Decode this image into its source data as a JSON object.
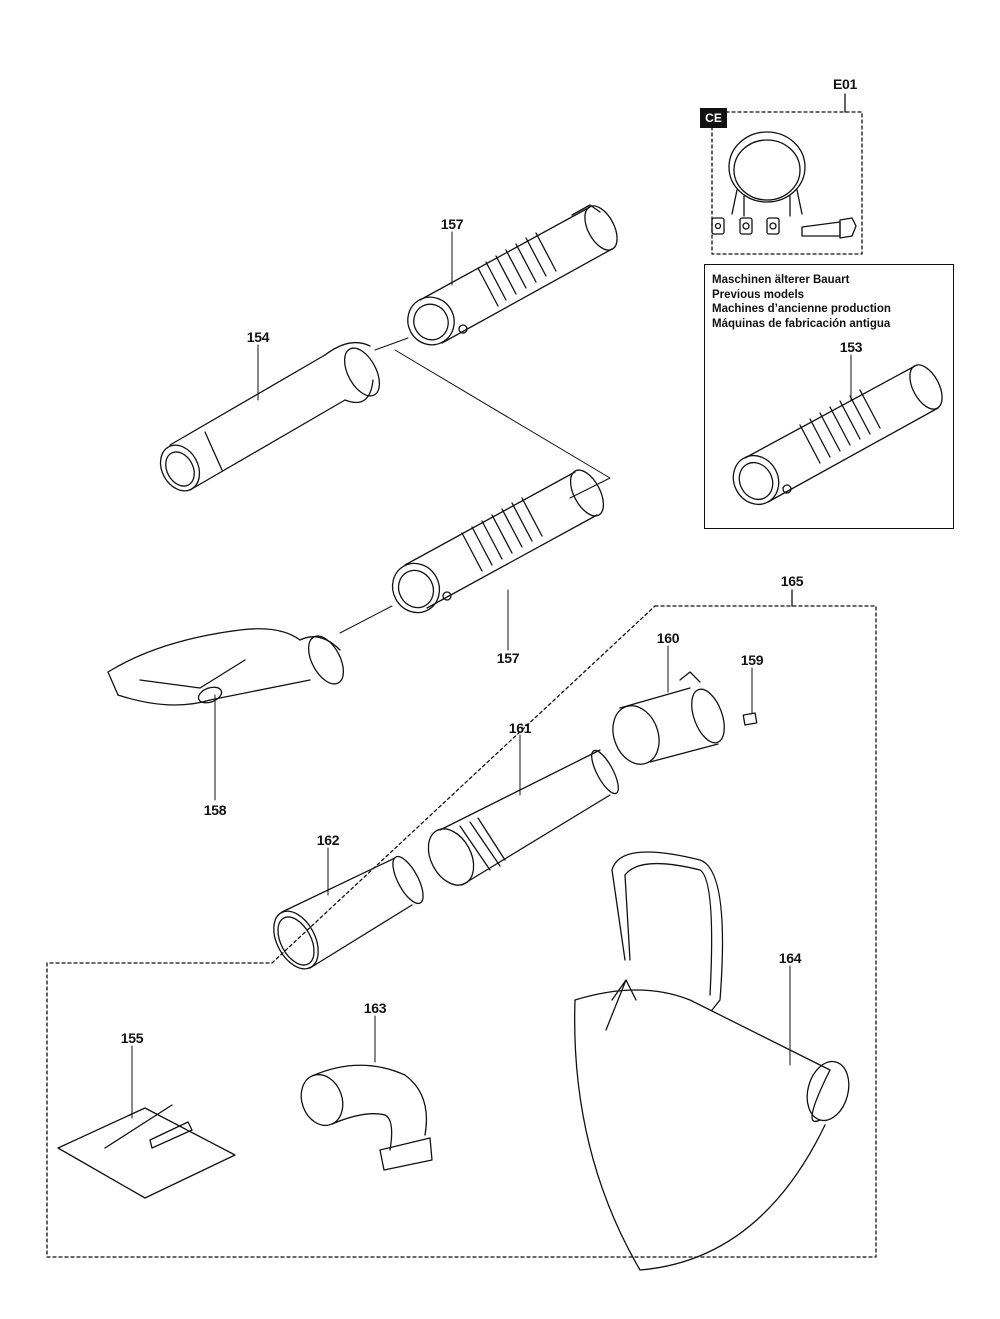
{
  "ce_badge": "CE",
  "previous_models": {
    "lines": [
      "Maschinen älterer Bauart",
      "Previous models",
      "Machines d’ancienne production",
      "Máquinas de fabricación antigua"
    ]
  },
  "part_labels": {
    "e01": "E01",
    "p153": "153",
    "p154": "154",
    "p155": "155",
    "p157_top": "157",
    "p157_bottom": "157",
    "p158": "158",
    "p159": "159",
    "p160": "160",
    "p161": "161",
    "p162": "162",
    "p163": "163",
    "p164": "164",
    "p165": "165"
  }
}
